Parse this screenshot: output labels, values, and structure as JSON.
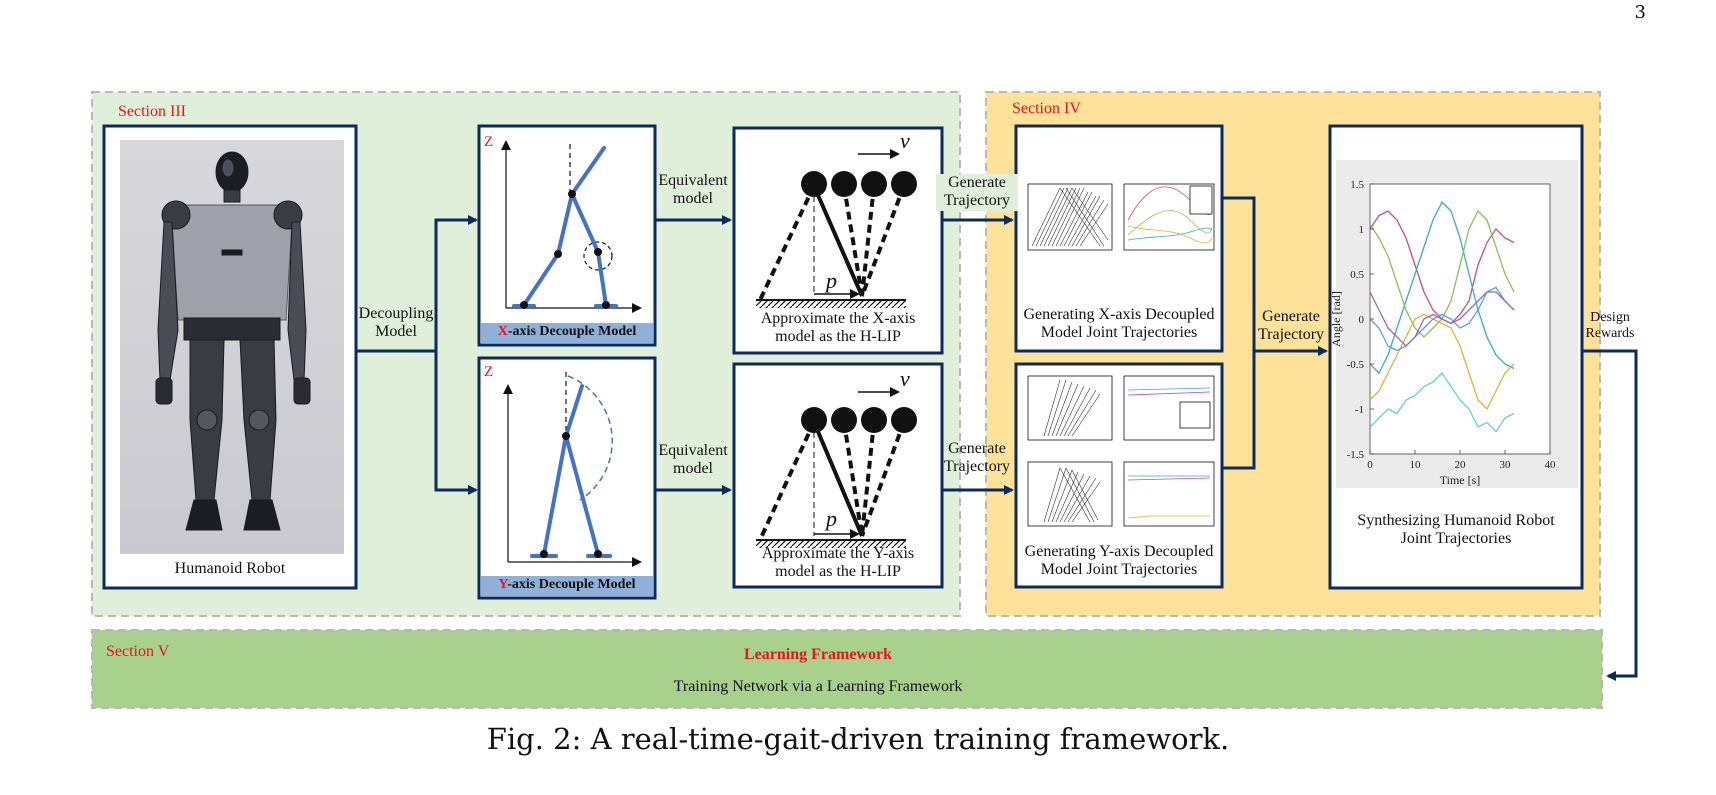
{
  "page_number": "3",
  "caption": "Fig. 2: A real-time-gait-driven training framework.",
  "sections": {
    "s3": "Section III",
    "s4": "Section IV",
    "s5": "Section V"
  },
  "robot": {
    "label": "Humanoid Robot"
  },
  "decoupling": {
    "label_line1": "Decoupling",
    "label_line2": "Model"
  },
  "x_model": {
    "axis_letter": "X",
    "caption_rest": "-axis Decouple Model",
    "z_label": "Z"
  },
  "y_model": {
    "axis_letter": "Y",
    "caption_rest": "-axis Decouple Model",
    "z_label": "Z"
  },
  "equivalent": {
    "line1": "Equivalent",
    "line2": "model"
  },
  "hlip_x": {
    "line1": "Approximate the X-axis",
    "line2": "model as the H-LIP",
    "v": "v",
    "p": "p"
  },
  "hlip_y": {
    "line1": "Approximate the Y-axis",
    "line2": "model as the H-LIP",
    "v": "v",
    "p": "p"
  },
  "generate_traj": {
    "line1": "Generate",
    "line2": "Trajectory"
  },
  "gen_x": {
    "line1": "Generating X-axis Decoupled",
    "line2": "Model Joint Trajectories"
  },
  "gen_y": {
    "line1": "Generating Y-axis Decoupled",
    "line2": "Model Joint Trajectories"
  },
  "synth": {
    "line1": "Synthesizing Humanoid Robot",
    "line2": "Joint Trajectories"
  },
  "design_rewards": {
    "line1": "Design",
    "line2": "Rewards"
  },
  "learning": {
    "title": "Learning Framework",
    "subtitle": "Training Network via a Learning Framework"
  },
  "chart_data": {
    "type": "line",
    "xlabel": "Time [s]",
    "ylabel": "Angle [rad]",
    "xlim": [
      0,
      40
    ],
    "ylim": [
      -1.5,
      1.5
    ],
    "xticks": [
      "0",
      "10",
      "20",
      "30",
      "40"
    ],
    "yticks": [
      "1.5",
      "1",
      "0.5",
      "0",
      "-0.5",
      "-1",
      "-1.5"
    ],
    "grid": false,
    "series": [
      {
        "color": "#c94f7c",
        "x": [
          0,
          2,
          4,
          6,
          8,
          10,
          12,
          14,
          16,
          18,
          20,
          22,
          24,
          26,
          28,
          30,
          32
        ],
        "y": [
          1.0,
          1.15,
          1.2,
          1.1,
          0.9,
          0.6,
          0.3,
          0.1,
          0.0,
          -0.05,
          0.05,
          0.2,
          0.6,
          0.85,
          1.0,
          0.9,
          0.85
        ]
      },
      {
        "color": "#3fa7c9",
        "x": [
          0,
          2,
          4,
          6,
          8,
          10,
          12,
          14,
          16,
          18,
          20,
          22,
          24,
          26,
          28,
          30,
          32
        ],
        "y": [
          -0.5,
          -0.6,
          -0.4,
          -0.1,
          0.2,
          0.5,
          0.8,
          1.1,
          1.3,
          1.2,
          0.9,
          0.5,
          0.1,
          -0.2,
          -0.4,
          -0.5,
          -0.55
        ]
      },
      {
        "color": "#8bbf5a",
        "x": [
          0,
          2,
          4,
          6,
          8,
          10,
          12,
          14,
          16,
          18,
          20,
          22,
          24,
          26,
          28,
          30,
          32
        ],
        "y": [
          1.05,
          0.9,
          0.7,
          0.4,
          0.1,
          -0.1,
          -0.2,
          -0.1,
          0.0,
          0.2,
          0.6,
          1.0,
          1.2,
          1.1,
          0.8,
          0.5,
          0.3
        ]
      },
      {
        "color": "#e3b03a",
        "x": [
          0,
          2,
          4,
          6,
          8,
          10,
          12,
          14,
          16,
          18,
          20,
          22,
          24,
          26,
          28,
          30,
          32
        ],
        "y": [
          -0.9,
          -0.8,
          -0.6,
          -0.4,
          -0.2,
          0.0,
          0.05,
          0.0,
          -0.05,
          -0.1,
          -0.3,
          -0.6,
          -0.9,
          -1.0,
          -0.8,
          -0.6,
          -0.5
        ]
      },
      {
        "color": "#5aa0d6",
        "x": [
          0,
          2,
          4,
          6,
          8,
          10,
          12,
          14,
          16,
          18,
          20,
          22,
          24,
          26,
          28,
          30,
          32
        ],
        "y": [
          0.0,
          -0.1,
          -0.3,
          -0.35,
          -0.3,
          -0.2,
          -0.1,
          0.0,
          0.05,
          0.0,
          -0.1,
          -0.05,
          0.1,
          0.3,
          0.35,
          0.2,
          0.1
        ]
      },
      {
        "color": "#9a6bb0",
        "x": [
          0,
          2,
          4,
          6,
          8,
          10,
          12,
          14,
          16,
          18,
          20,
          22,
          24,
          26,
          28,
          30,
          32
        ],
        "y": [
          0.3,
          0.1,
          -0.1,
          -0.2,
          -0.3,
          -0.2,
          0.0,
          0.05,
          0.0,
          -0.05,
          0.0,
          0.1,
          0.2,
          0.3,
          0.3,
          0.2,
          0.1
        ]
      },
      {
        "color": "#66cde0",
        "x": [
          0,
          2,
          4,
          6,
          8,
          10,
          12,
          14,
          16,
          18,
          20,
          22,
          24,
          26,
          28,
          30,
          32
        ],
        "y": [
          -1.2,
          -1.1,
          -1.0,
          -1.05,
          -0.9,
          -0.85,
          -0.75,
          -0.7,
          -0.6,
          -0.75,
          -0.9,
          -1.0,
          -1.2,
          -1.15,
          -1.25,
          -1.1,
          -1.05
        ]
      }
    ]
  }
}
